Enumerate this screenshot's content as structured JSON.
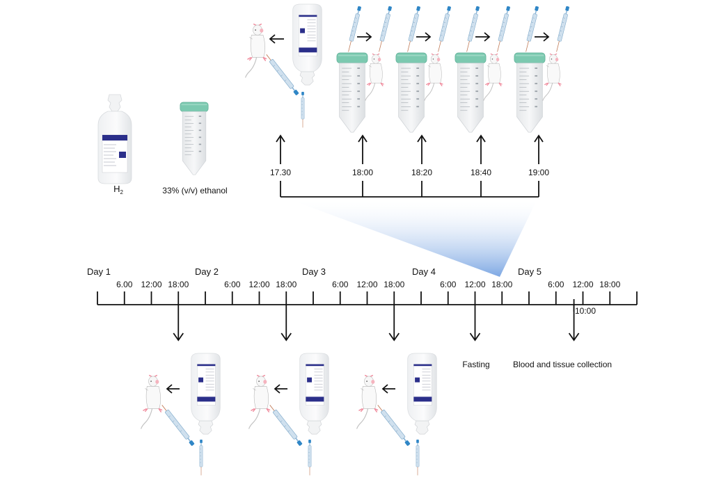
{
  "figure": {
    "type": "experimental-timeline",
    "reagents": [
      {
        "name": "H2",
        "display_main": "H",
        "display_sub": "2",
        "icon": "iv-bottle-icon"
      },
      {
        "name": "33% (v/v) ethanol",
        "icon": "falcon-tube-icon"
      }
    ],
    "gavage_schedule": {
      "times": [
        "17.30",
        "18:00",
        "18:20",
        "18:40",
        "19:00"
      ],
      "steps": [
        {
          "time": "17.30",
          "source": "H2 bottle",
          "action": "gavage from bottle to mouse"
        },
        {
          "time": "18:00",
          "source": "ethanol tube",
          "action": "gavage from tube to mouse"
        },
        {
          "time": "18:20",
          "source": "ethanol tube",
          "action": "gavage from tube to mouse"
        },
        {
          "time": "18:40",
          "source": "ethanol tube",
          "action": "gavage from tube to mouse"
        },
        {
          "time": "19:00",
          "source": "ethanol tube",
          "action": "gavage from tube to mouse"
        }
      ],
      "zoom_from": "Day 4 18:00"
    },
    "timeline": {
      "days": [
        "Day 1",
        "Day 2",
        "Day 3",
        "Day 4",
        "Day 5"
      ],
      "tick_labels": [
        "",
        "6.00",
        "12:00",
        "18:00",
        "",
        "6:00",
        "12:00",
        "18:00",
        "",
        "6:00",
        "12:00",
        "18:00",
        "",
        "6:00",
        "12:00",
        "18:00",
        "",
        "6:00",
        "12:00",
        "18:00",
        ""
      ],
      "extra_marker": "10:00",
      "events": [
        {
          "when": "Day 1 18:00",
          "label": "",
          "icon": "h2-gavage"
        },
        {
          "when": "Day 2 18:00",
          "label": "",
          "icon": "h2-gavage"
        },
        {
          "when": "Day 3 18:00",
          "label": "",
          "icon": "h2-gavage"
        },
        {
          "when": "Day 4 12:00",
          "label": "Fasting"
        },
        {
          "when": "Day 5 10:00",
          "label": "Blood and tissue collection"
        }
      ]
    },
    "colors": {
      "line": "#111111",
      "wedge_start": "#ffffff",
      "wedge_end": "#6f9ee0",
      "cap_teal": "#7cc9b0",
      "syringe_blue": "#2f86c6",
      "label_navy": "#2b2f8a",
      "mouse_pink": "#f08a9c"
    }
  }
}
